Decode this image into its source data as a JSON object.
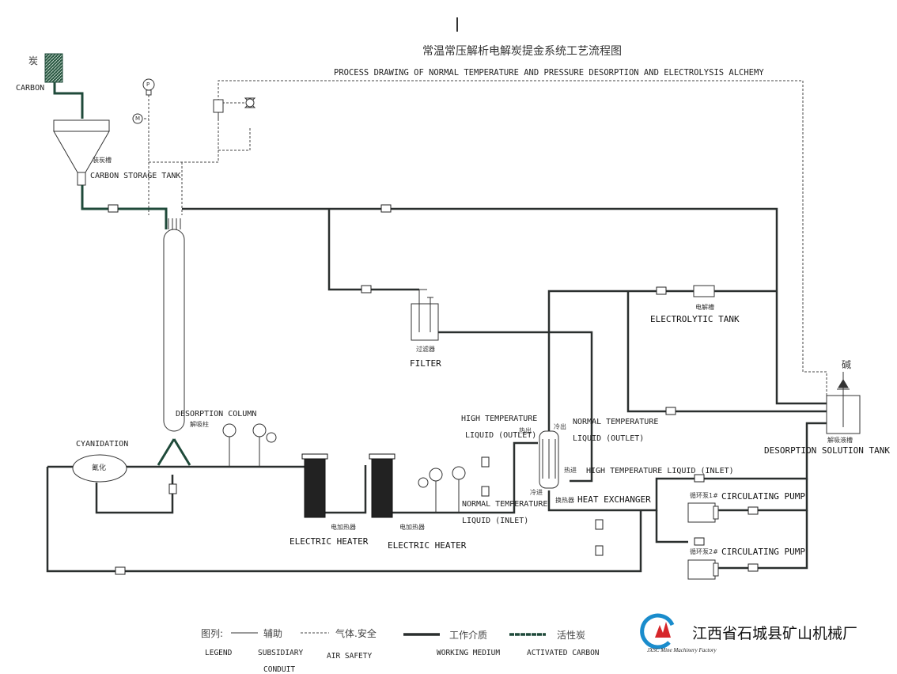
{
  "header": {
    "title_zh": "常温常压解析电解炭提金系统工艺流程图",
    "title_en": "PROCESS DRAWING OF NORMAL TEMPERATURE AND PRESSURE DESORPTION AND ELECTROLYSIS ALCHEMY"
  },
  "equipment": {
    "carbon_zh": "炭",
    "carbon_en": "CARBON",
    "storage_tank_zh": "装炭槽",
    "storage_tank_en": "CARBON STORAGE TANK",
    "desorption_column_en": "DESORPTION COLUMN",
    "desorption_column_zh": "解吸柱",
    "cyanidation_en": "CYANIDATION",
    "cyanidation_zh": "氰化",
    "filter_zh": "过滤器",
    "filter_en": "FILTER",
    "electrolytic_tank_zh": "电解槽",
    "electrolytic_tank_en": "ELECTROLYTIC TANK",
    "desorption_solution_tank_zh": "解吸液槽",
    "desorption_solution_tank_en": "DESORPTION SOLUTION TANK",
    "alkali_zh": "碱",
    "electric_heater_zh_1": "电加热器",
    "electric_heater_en_1": "ELECTRIC HEATER",
    "electric_heater_zh_2": "电加热器",
    "electric_heater_en_2": "ELECTRIC HEATER",
    "heat_exchanger_zh": "换热器",
    "heat_exchanger_en": "HEAT EXCHANGER",
    "circ_pump_zh_1": "循环泵1#",
    "circ_pump_en_1": "CIRCULATING PUMP",
    "circ_pump_zh_2": "循环泵2#",
    "circ_pump_en_2": "CIRCULATING PUMP"
  },
  "flow_labels": {
    "high_temp_outlet_1": "HIGH TEMPERATURE",
    "high_temp_outlet_2": "LIQUID (OUTLET)",
    "normal_temp_outlet_1": "NORMAL TEMPERATURE",
    "normal_temp_outlet_2": "LIQUID (OUTLET)",
    "high_temp_inlet": "HIGH TEMPERATURE LIQUID (INLET)",
    "normal_temp_inlet_1": "NORMAL TEMPERATURE",
    "normal_temp_inlet_2": "LIQUID (INLET)",
    "hot_out_zh": "热出",
    "cold_out_zh": "冷出",
    "cold_in_zh": "冷进",
    "hot_in_zh": "热进"
  },
  "instruments": {
    "pressure_gauge": "P",
    "motor": "M"
  },
  "legend": {
    "title_zh": "图列:",
    "title_en": "LEGEND",
    "items": [
      {
        "zh": "辅助",
        "en_1": "SUBSIDIARY",
        "en_2": "CONDUIT"
      },
      {
        "zh": "气体.安全",
        "en_1": "AIR  SAFETY"
      },
      {
        "zh": "工作介质",
        "en_1": "WORKING MEDIUM"
      },
      {
        "zh": "活性炭",
        "en_1": "ACTIVATED CARBON"
      }
    ]
  },
  "footer": {
    "company_zh": "江西省石城县矿山机械厂",
    "company_en": "JXSC Mine Machinery Factory"
  },
  "colors": {
    "carbon_line": "#1f4a3a",
    "working_line": "#2a2f2e",
    "logo_blue": "#1a8ccc",
    "logo_red": "#d6262a"
  }
}
